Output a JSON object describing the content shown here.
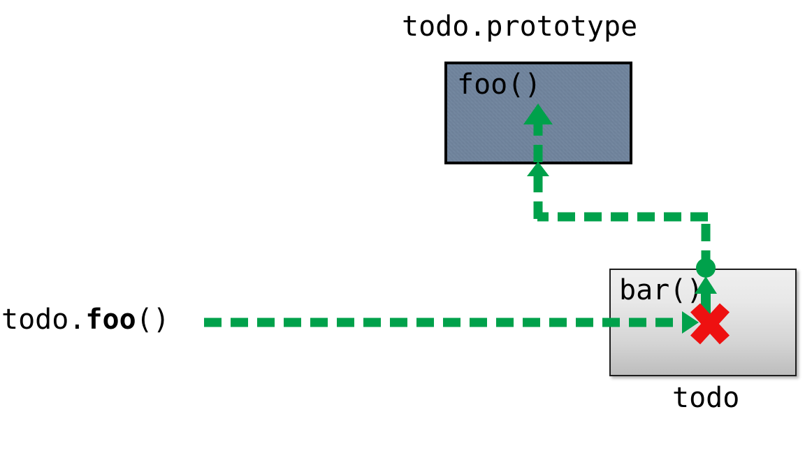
{
  "diagram": {
    "title_top": "todo.prototype",
    "title_bottom": "todo",
    "call_expression": {
      "receiver": "todo.",
      "method": "foo",
      "parens": "()"
    },
    "prototype_box": {
      "label": "todo.prototype",
      "method": "foo()",
      "fill_color": "#6f849f",
      "border_color": "#000000"
    },
    "instance_box": {
      "label": "todo",
      "method": "bar()",
      "fill_color_top": "#efefef",
      "fill_color_bottom": "#bdbdbd",
      "border_color": "#1d1d1d"
    },
    "arrows": {
      "color": "#00a14b",
      "style": "dashed",
      "lookup_path_description": "todo.foo() -> todo -> todo.prototype -> foo()",
      "segments": [
        "horizontal dashed arrow from call expression into instance box",
        "vertical dashed line up from instance box top edge",
        "horizontal dashed line leftwards",
        "vertical dashed arrow up into prototype box bottom edge",
        "vertical dashed arrow up to foo() inside prototype box"
      ]
    },
    "miss_marker": {
      "symbol": "X",
      "color": "#ee1111",
      "meaning": "method not found on instance"
    }
  }
}
